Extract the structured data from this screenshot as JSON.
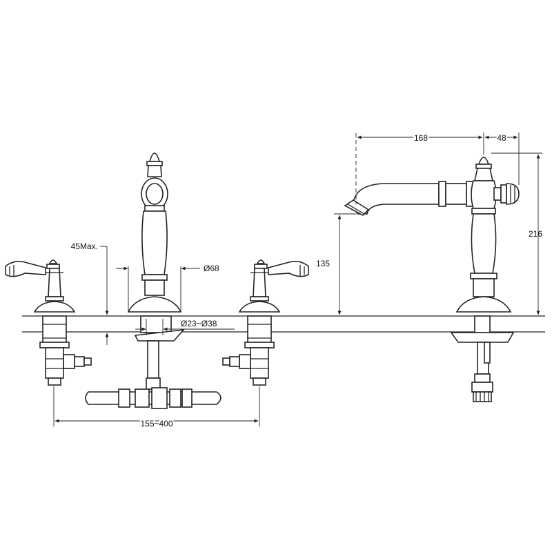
{
  "dimensions": {
    "max_deck_thickness": "45Max.",
    "body_diameter": "Ø68",
    "hole_diameter": "Ø23~Ø38",
    "center_spread": "155~400",
    "spout_height": "135",
    "spout_reach": "168",
    "handle_offset": "48",
    "total_height": "216"
  }
}
